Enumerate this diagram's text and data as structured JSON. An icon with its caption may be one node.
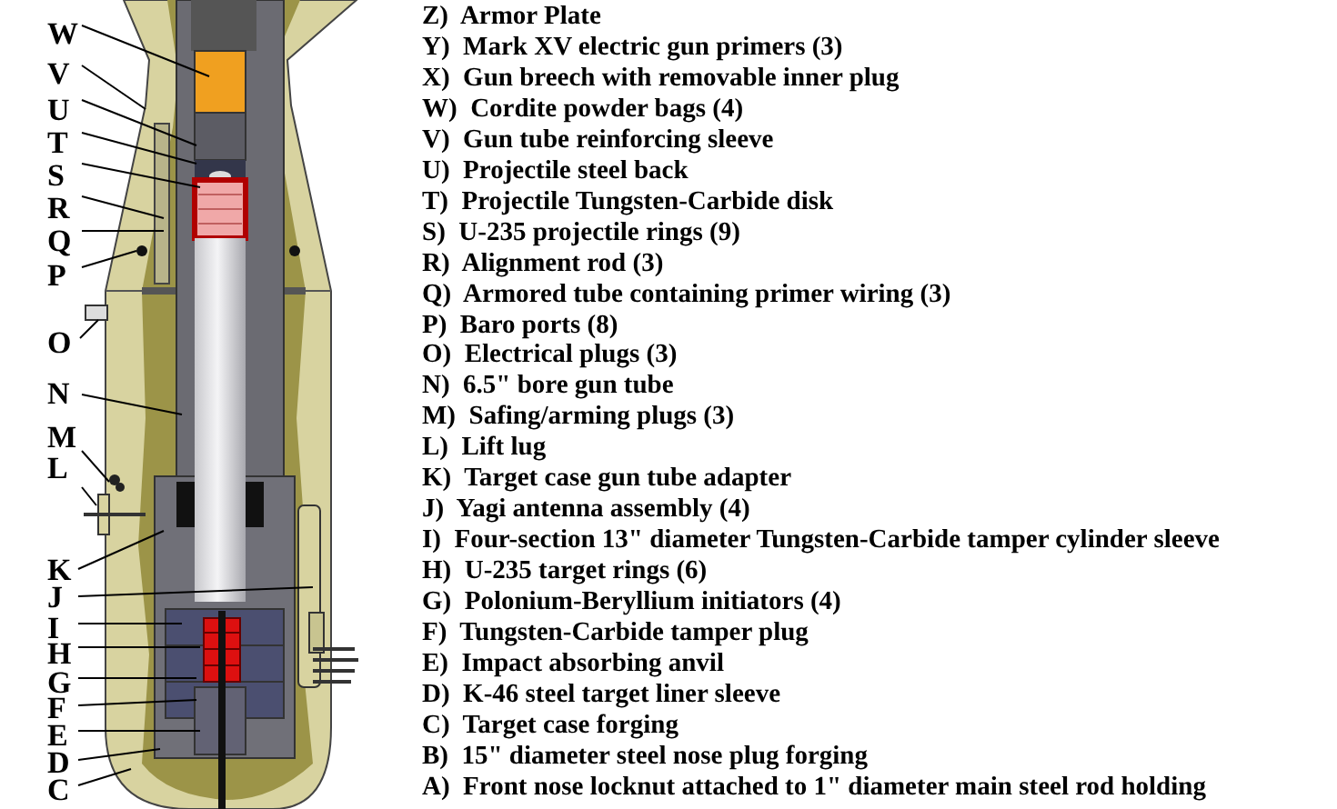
{
  "diagram": {
    "nodes": [
      {
        "text": [
          "W"
        ]
      },
      {
        "text": [
          "V"
        ]
      },
      {
        "text": [
          "U"
        ]
      },
      {
        "text": [
          "T"
        ]
      },
      {
        "text": [
          "S"
        ]
      },
      {
        "text": [
          "R"
        ]
      },
      {
        "text": [
          "Q"
        ]
      },
      {
        "text": [
          "P"
        ]
      },
      {
        "text": [
          "O"
        ]
      },
      {
        "text": [
          "N"
        ]
      },
      {
        "text": [
          "M"
        ]
      },
      {
        "text": [
          "L"
        ]
      },
      {
        "text": [
          "K"
        ]
      },
      {
        "text": [
          "J"
        ]
      },
      {
        "text": [
          "I"
        ]
      },
      {
        "text": [
          "H"
        ]
      },
      {
        "text": [
          "G"
        ]
      },
      {
        "text": [
          "F"
        ]
      },
      {
        "text": [
          "E"
        ]
      },
      {
        "text": [
          "D"
        ]
      },
      {
        "text": [
          "C"
        ]
      }
    ],
    "edges": [
      {
        "from": 0,
        "to": null,
        "arrow": "none"
      },
      {
        "from": 1,
        "to": null,
        "arrow": "none"
      },
      {
        "from": 2,
        "to": null,
        "arrow": "none"
      },
      {
        "from": 3,
        "to": null,
        "arrow": "none"
      },
      {
        "from": 4,
        "to": null,
        "arrow": "none"
      },
      {
        "from": 5,
        "to": null,
        "arrow": "none"
      },
      {
        "from": 6,
        "to": null,
        "arrow": "none"
      },
      {
        "from": 7,
        "to": null,
        "arrow": "none"
      },
      {
        "from": 8,
        "to": null,
        "arrow": "none"
      },
      {
        "from": 9,
        "to": null,
        "arrow": "none"
      },
      {
        "from": 10,
        "to": null,
        "arrow": "none"
      },
      {
        "from": 11,
        "to": null,
        "arrow": "none"
      },
      {
        "from": 12,
        "to": null,
        "arrow": "none"
      },
      {
        "from": 13,
        "to": null,
        "arrow": "none"
      },
      {
        "from": 14,
        "to": null,
        "arrow": "none"
      },
      {
        "from": 15,
        "to": null,
        "arrow": "none"
      },
      {
        "from": 16,
        "to": null,
        "arrow": "none"
      },
      {
        "from": 17,
        "to": null,
        "arrow": "none"
      },
      {
        "from": 18,
        "to": null,
        "arrow": "none"
      },
      {
        "from": 19,
        "to": null,
        "arrow": "none"
      },
      {
        "from": 20,
        "to": null,
        "arrow": "none"
      }
    ],
    "labels": [
      "Z)  Armor Plate",
      "Y)  Mark XV electric gun primers (3)",
      "X)  Gun breech with removable inner plug",
      "W)  Cordite powder bags (4)",
      "V)  Gun tube reinforcing sleeve",
      "U)  Projectile steel back",
      "T)  Projectile Tungsten-Carbide disk",
      "S)  U-235 projectile rings (9)",
      "R)  Alignment rod (3)",
      "Q)  Armored tube containing primer wiring (3)",
      "P)  Baro ports (8)",
      "O)  Electrical plugs (3)",
      "N)  6.5\" bore gun tube",
      "M)  Safing/arming plugs (3)",
      "L)  Lift lug",
      "K)  Target case gun tube adapter",
      "J)  Yagi antenna assembly (4)",
      "I)  Four-section 13\" diameter Tungsten-Carbide tamper cylinder sleeve",
      "H)  U-235 target rings (6)",
      "G)  Polonium-Beryllium initiators (4)",
      "F)  Tungsten-Carbide tamper plug",
      "E)  Impact absorbing anvil",
      "D)  K-46 steel target liner sleeve",
      "C)  Target case forging",
      "B)  15\" diameter steel nose plug forging",
      "A)  Front nose locknut attached to 1\" diameter main steel rod holding"
    ]
  }
}
